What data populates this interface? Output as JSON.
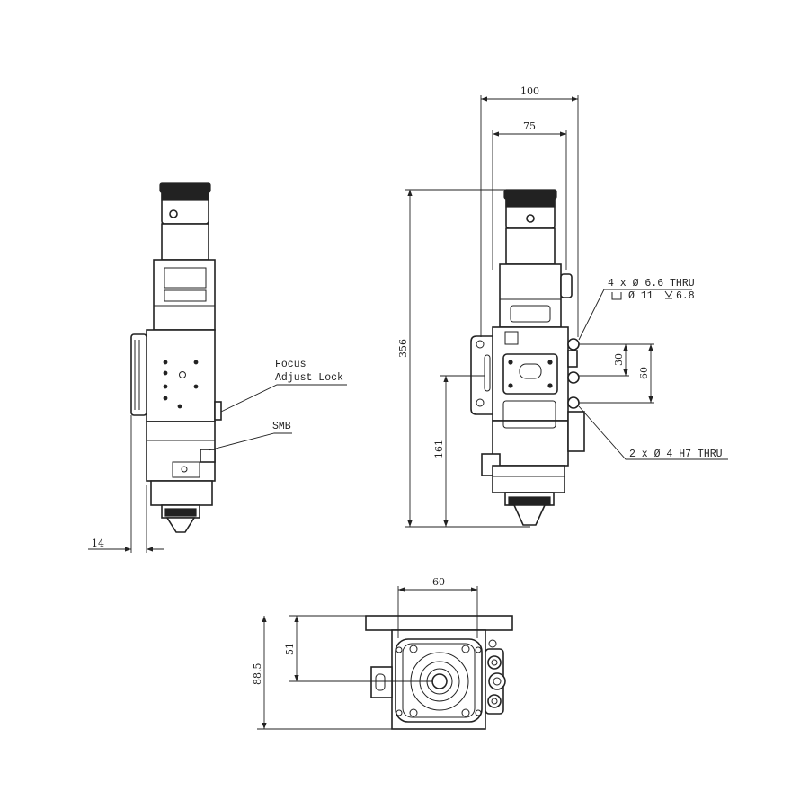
{
  "side_view": {
    "focus_lock_line1": "Focus",
    "focus_lock_line2": "Adjust Lock",
    "smb": "SMB",
    "dim_14": "14"
  },
  "front_view": {
    "dim_100": "100",
    "dim_75": "75",
    "dim_356": "356",
    "dim_161": "161",
    "dim_30": "30",
    "dim_60": "60",
    "holes_line1": "4 x Ø 6.6 THRU",
    "holes_line2_a": "Ø 11",
    "holes_line2_b": "6.8",
    "pins": "2 x Ø 4  H7 THRU"
  },
  "top_view": {
    "dim_60": "60",
    "dim_51": "51",
    "dim_88_5": "88.5"
  }
}
